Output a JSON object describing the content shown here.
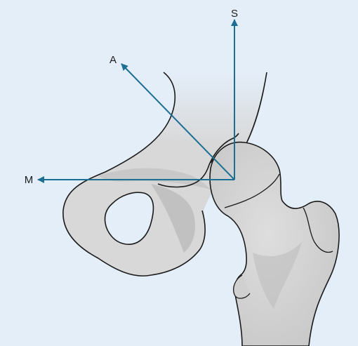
{
  "diagram": {
    "axes": [
      {
        "id": "superior",
        "label": "S"
      },
      {
        "id": "anterior",
        "label": "A"
      },
      {
        "id": "medial",
        "label": "M"
      }
    ],
    "colors": {
      "background": "#e4eef9",
      "bone_fill": "#d8d8d8",
      "bone_shade": "#a9a9a9",
      "outline": "#1b1b1b",
      "axis": "#1c6f93"
    }
  }
}
